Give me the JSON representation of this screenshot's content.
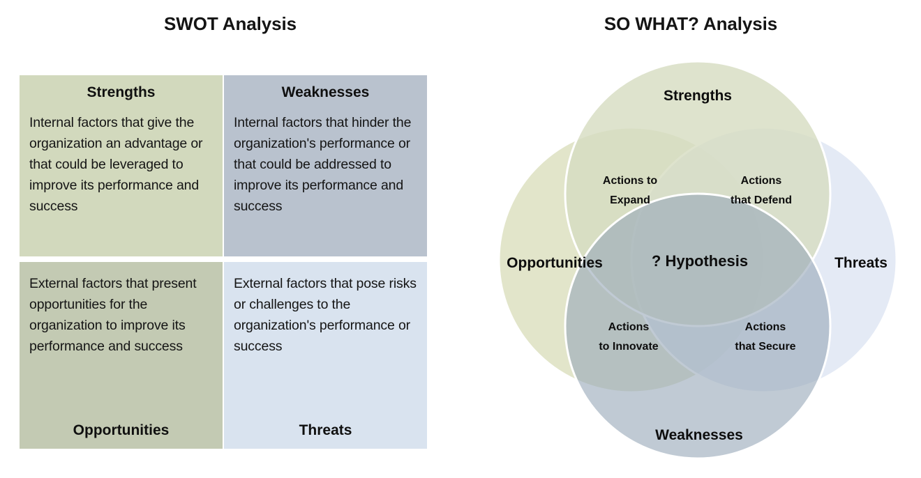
{
  "swot": {
    "title": "SWOT Analysis",
    "quadrants": [
      {
        "key": "strengths",
        "heading": "Strengths",
        "heading_position": "top",
        "body": "Internal factors that give the organization an advantage or that could be leveraged to improve its performance and success",
        "color": "#d2d9bd"
      },
      {
        "key": "weaknesses",
        "heading": "Weaknesses",
        "heading_position": "top",
        "body": "Internal factors that hinder the organization's performance or that could be addressed to improve its performance and success",
        "color": "#b9c2ce"
      },
      {
        "key": "opportunities",
        "heading": "Opportunities",
        "heading_position": "bottom",
        "body": "External factors that present opportunities for the organization to improve its performance and success",
        "color": "#c3cab3"
      },
      {
        "key": "threats",
        "heading": "Threats",
        "heading_position": "bottom",
        "body": "External factors that pose risks or challenges to the organization's performance or success",
        "color": "#d9e3ef"
      }
    ]
  },
  "sowhat": {
    "title": "SO WHAT? Analysis",
    "circles": [
      {
        "key": "strengths",
        "label": "Strengths",
        "color": "#d6dcc0"
      },
      {
        "key": "opportunities",
        "label": "Opportunities",
        "color": "#dfe3c6"
      },
      {
        "key": "threats",
        "label": "Threats",
        "color": "#dde5f2"
      },
      {
        "key": "weaknesses",
        "label": "Weaknesses",
        "color": "#b3becc"
      }
    ],
    "intersections": [
      {
        "key": "expand",
        "line1": "Actions to",
        "line2": "Expand"
      },
      {
        "key": "defend",
        "line1": "Actions",
        "line2": "that Defend"
      },
      {
        "key": "innovate",
        "line1": "Actions",
        "line2": "to Innovate"
      },
      {
        "key": "secure",
        "line1": "Actions",
        "line2": "that Secure"
      }
    ],
    "center_label": "? Hypothesis"
  }
}
